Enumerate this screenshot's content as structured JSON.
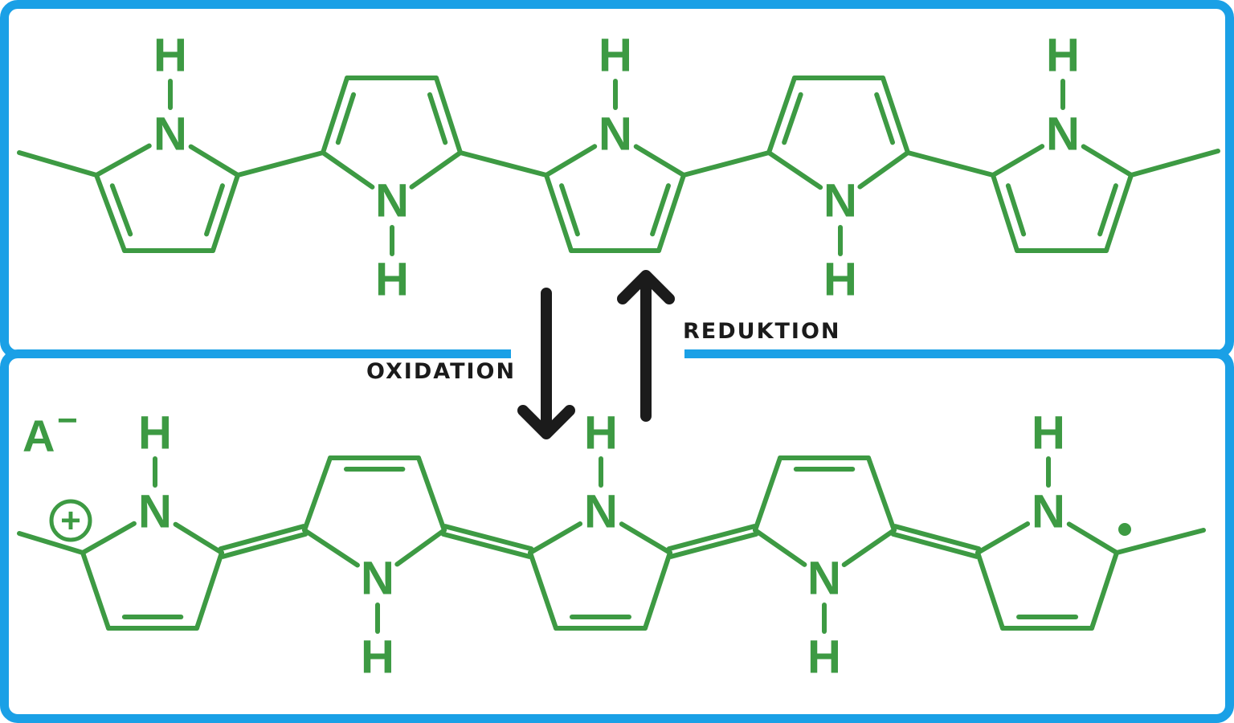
{
  "labels": {
    "oxidation": "OXIDATION",
    "reduction": "REDUKTION"
  },
  "atoms": {
    "nitrogen": "N",
    "hydrogen": "H",
    "anion": "A",
    "anion_charge": "−",
    "cation_charge": "+"
  },
  "colors": {
    "frame": "#1aa0e6",
    "molecule": "#3d9a43",
    "arrows": "#1b1b1b"
  }
}
